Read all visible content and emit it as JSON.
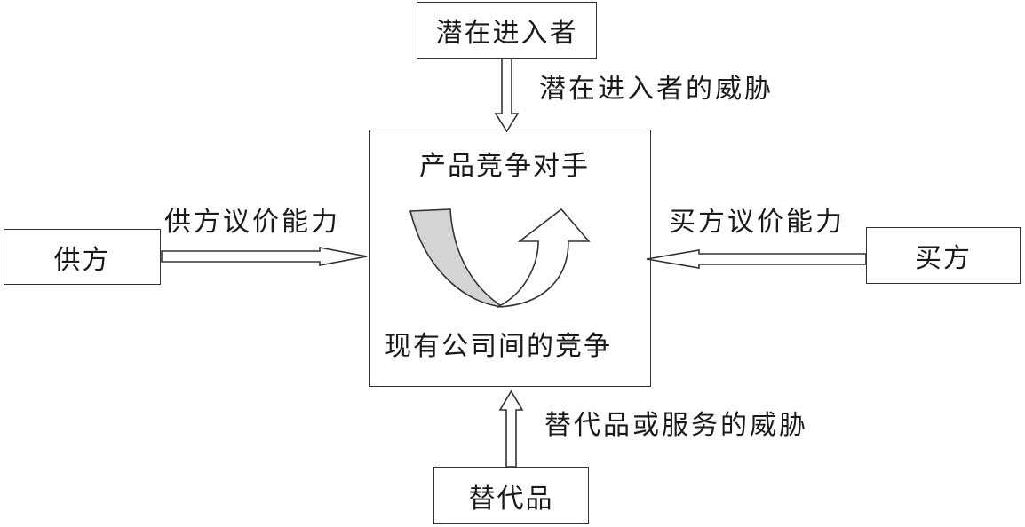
{
  "nodes": {
    "potential_entrants": "潜在进入者",
    "suppliers": "供方",
    "buyers": "买方",
    "substitutes": "替代品",
    "center_top": "产品竞争对手",
    "center_bottom": "现有公司间的竞争"
  },
  "edges": {
    "entrant_threat": "潜在进入者的威胁",
    "supplier_power": "供方议价能力",
    "buyer_power": "买方议价能力",
    "substitute_threat": "替代品或服务的威胁"
  },
  "colors": {
    "stroke": "#333333",
    "curve_fill": "#d4d4d4",
    "background": "#ffffff"
  }
}
